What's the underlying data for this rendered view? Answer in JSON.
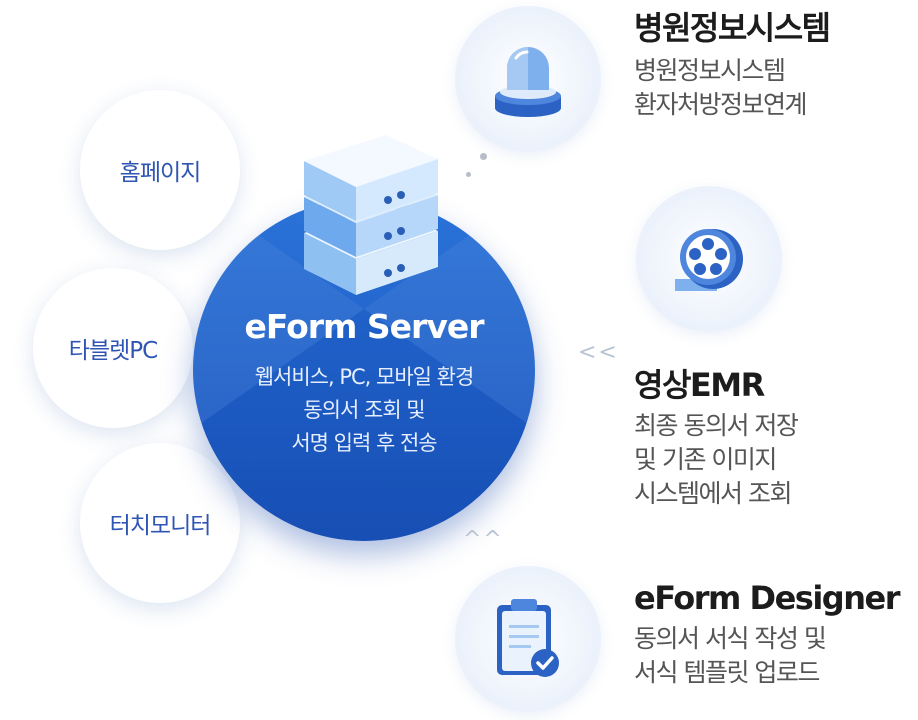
{
  "left_items": [
    "홈페이지",
    "타블렛PC",
    "터치모니터"
  ],
  "center": {
    "title": "eForm Server",
    "lines": [
      "웹서비스, PC, 모바일 환경",
      "동의서 조회 및",
      "서명 입력 후 전송"
    ]
  },
  "right_items": [
    {
      "title": "병원정보시스템",
      "lines": [
        "병원정보시스템",
        "환자처방정보연계"
      ],
      "icon": "alarm-light-icon"
    },
    {
      "title": "영상EMR",
      "lines": [
        "최종 동의서 저장",
        "및 기존 이미지",
        "시스템에서 조회"
      ],
      "icon": "film-reel-icon"
    },
    {
      "title": "eForm Designer",
      "lines": [
        "동의서 서식 작성 및",
        "서식 템플릿 업로드"
      ],
      "icon": "clipboard-check-icon"
    }
  ],
  "colors": {
    "primary": "#1f60c8",
    "accent": "#3a7be0",
    "light": "#e6eefa",
    "text_blue": "#2f55b4"
  },
  "decorations": {
    "arrows_left": "<<",
    "arrows_up": "^^"
  }
}
